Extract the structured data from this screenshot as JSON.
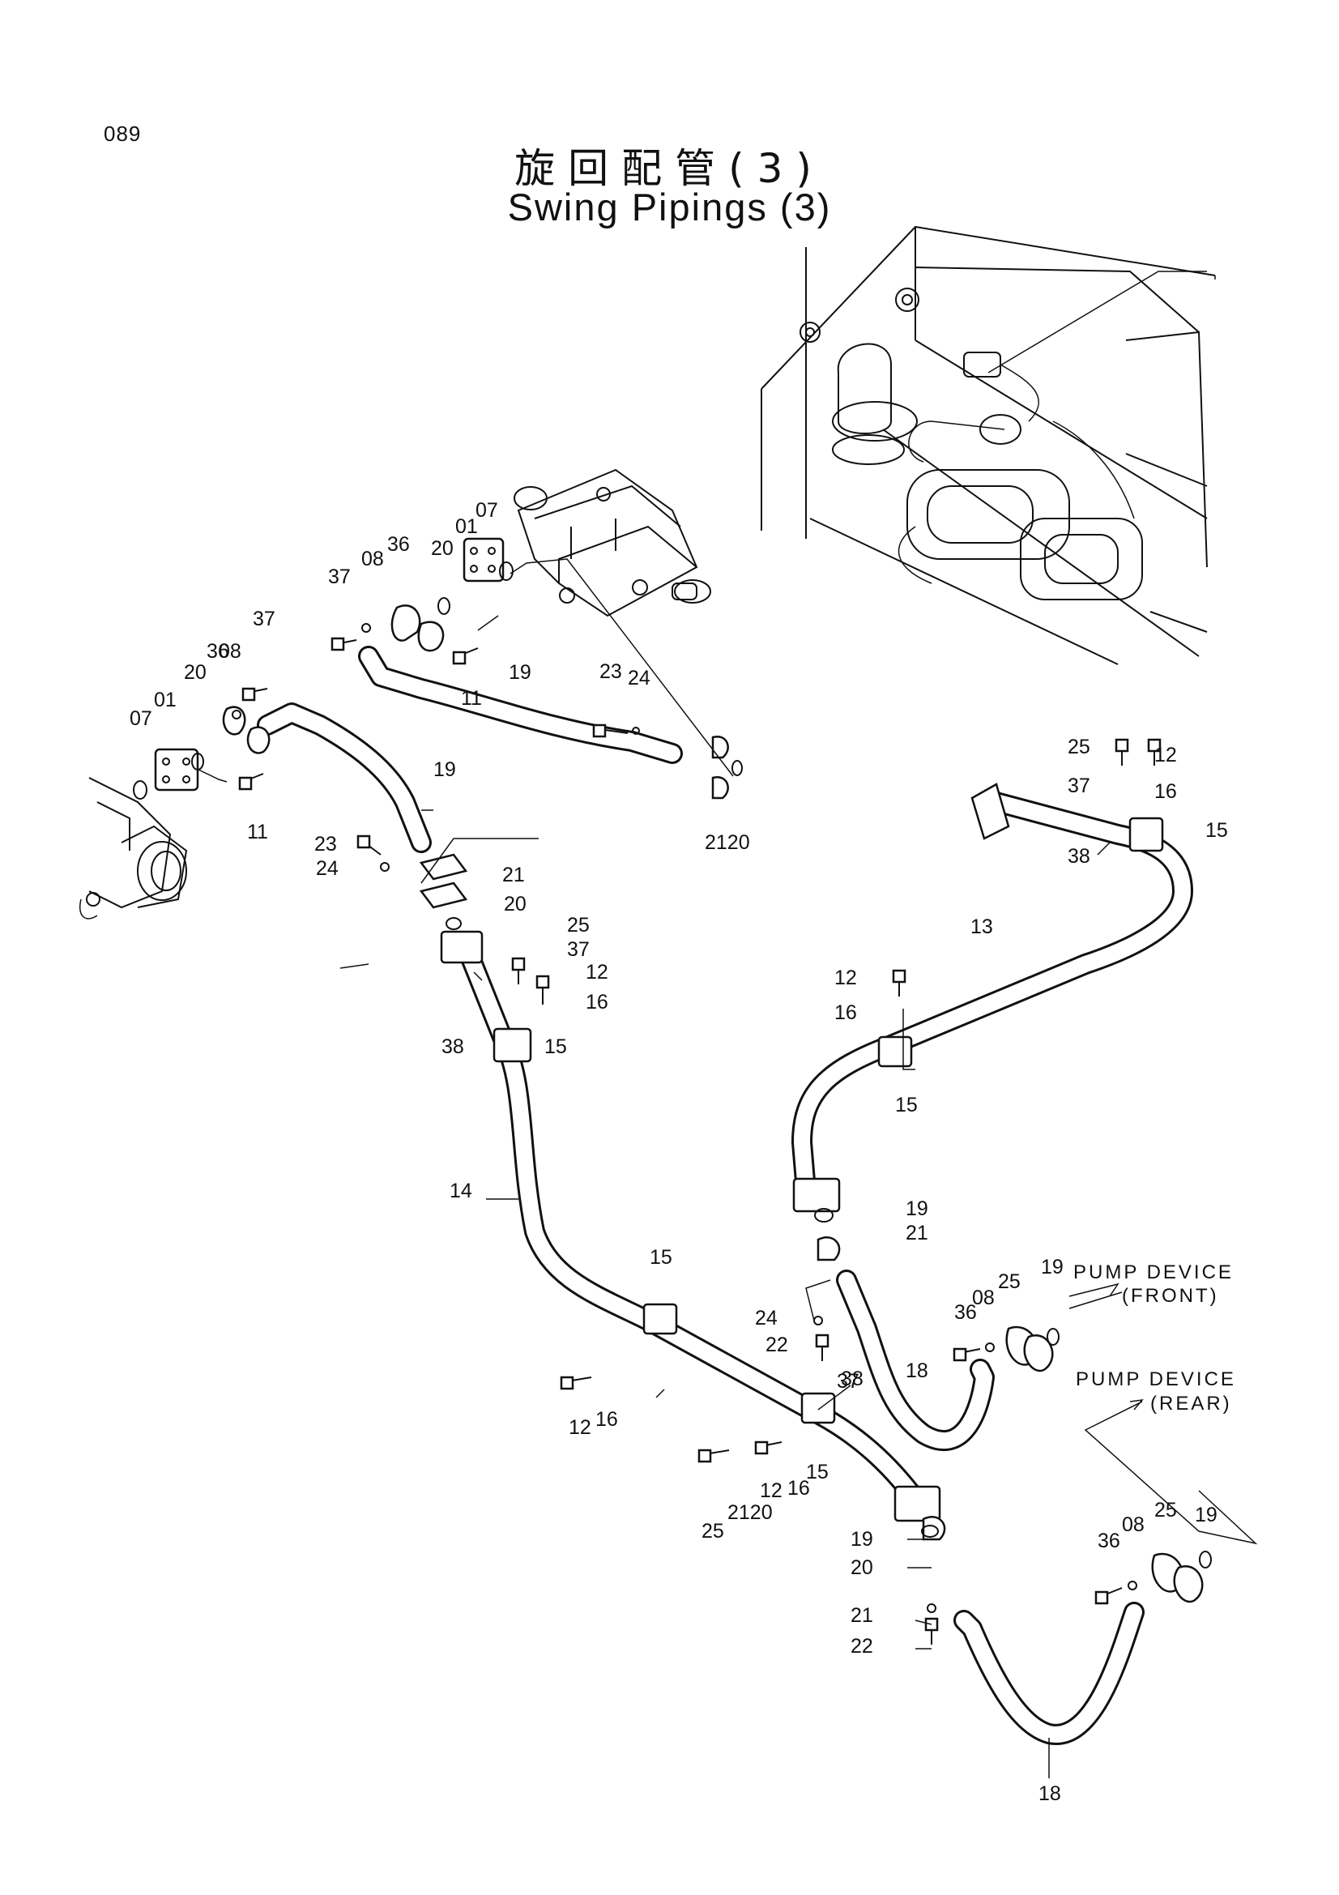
{
  "page_number": "089",
  "title_ja": "旋回配管(3)",
  "title_en": "Swing Pipings (3)",
  "destinations": {
    "front": {
      "line1": "PUMP DEVICE",
      "line2": "(FRONT)"
    },
    "rear": {
      "line1": "PUMP DEVICE",
      "line2": "(REAR)"
    }
  },
  "callouts": [
    "01",
    "07",
    "08",
    "11",
    "12",
    "13",
    "14",
    "15",
    "16",
    "18",
    "19",
    "20",
    "21",
    "22",
    "23",
    "24",
    "25",
    "36",
    "37",
    "38",
    "2120"
  ]
}
